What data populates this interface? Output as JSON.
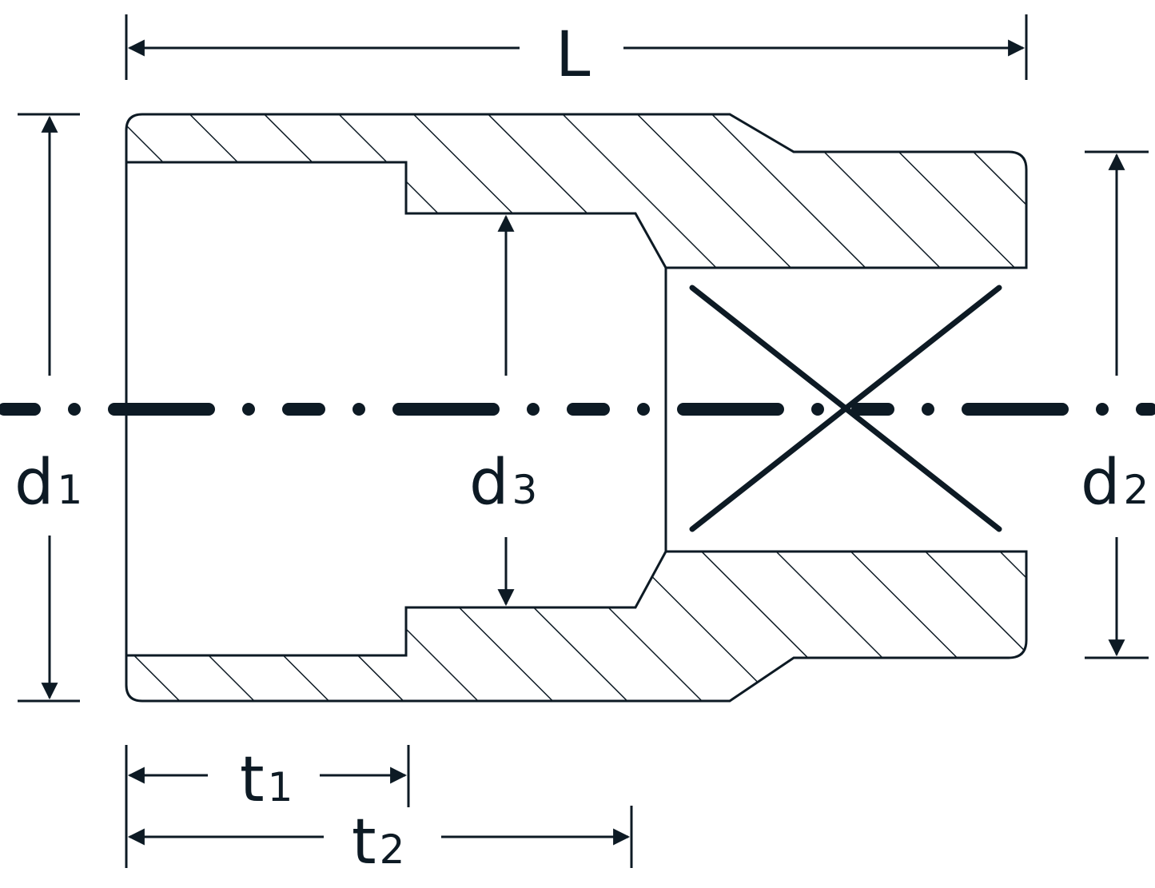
{
  "diagram": {
    "line_color": "#0d1a24",
    "background": "#ffffff",
    "labels": {
      "L": "L",
      "d1": {
        "main": "d",
        "sub": "1"
      },
      "d2": {
        "main": "d",
        "sub": "2"
      },
      "d3": {
        "main": "d",
        "sub": "3"
      },
      "t1": {
        "main": "t",
        "sub": "1"
      },
      "t2": {
        "main": "t",
        "sub": "2"
      }
    }
  }
}
